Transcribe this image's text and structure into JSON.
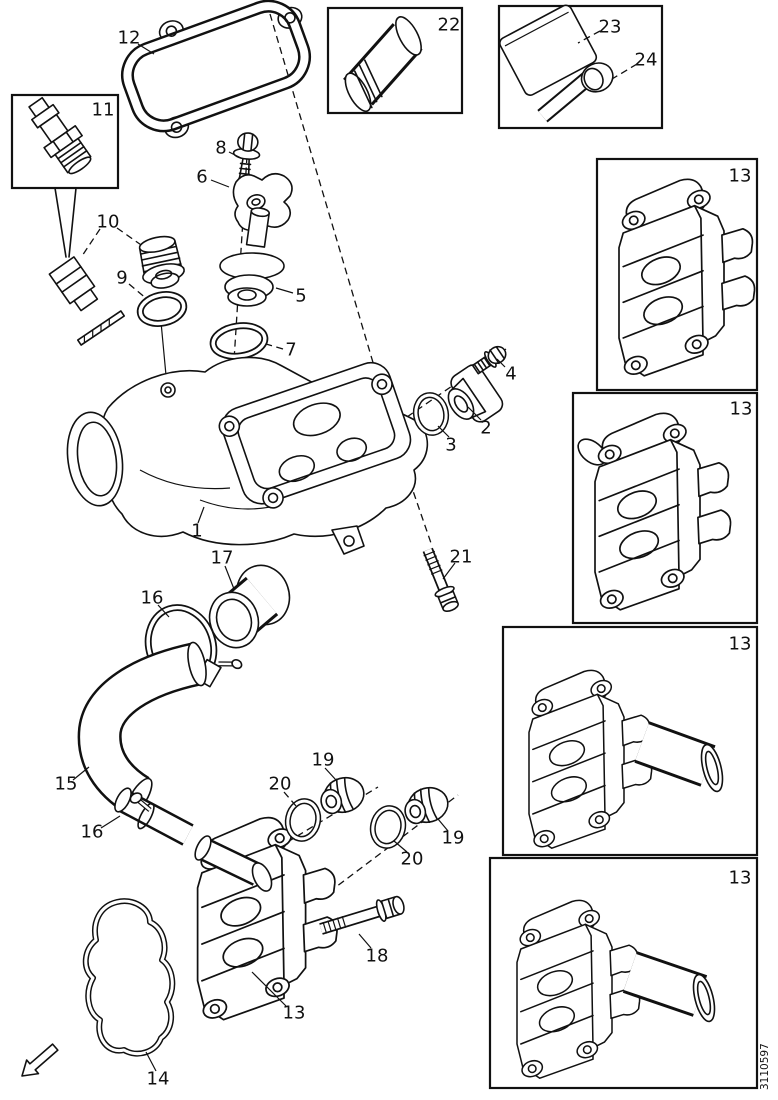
{
  "figure": {
    "code": "3110597",
    "background_color": "#ffffff",
    "line_color": "#111111"
  },
  "callouts": {
    "1": "1",
    "2": "2",
    "3": "3",
    "4": "4",
    "5": "5",
    "6": "6",
    "7": "7",
    "8": "8",
    "9": "9",
    "10": "10",
    "11": "11",
    "12": "12",
    "13": "13",
    "14": "14",
    "15": "15",
    "16": "16",
    "17": "17",
    "18": "18",
    "19": "19",
    "20": "20",
    "21": "21",
    "22": "22",
    "23": "23",
    "24": "24"
  }
}
